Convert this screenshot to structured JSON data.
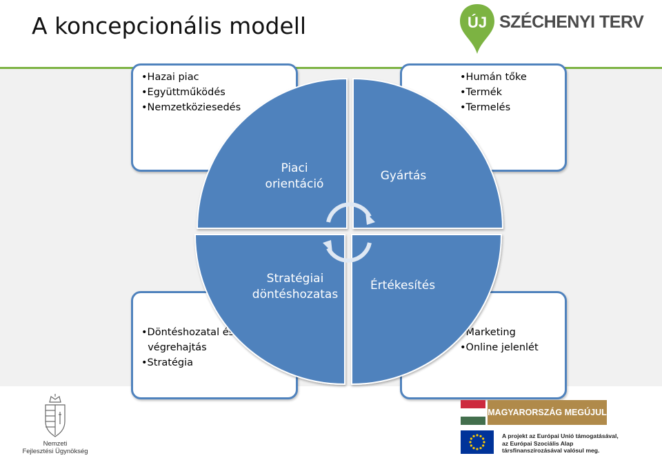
{
  "slide": {
    "title": "A koncepcionális modell"
  },
  "header_logo": {
    "icon_text": "ÚJ",
    "text": "SZÉCHENYI TERV",
    "colors": {
      "pin": "#7cb342",
      "text": "#4a4a4a"
    }
  },
  "diagram": {
    "quadrants": {
      "top_left": {
        "line1": "Piaci",
        "line2": "orientáció"
      },
      "top_right": {
        "line1": "Gyártás"
      },
      "bottom_left": {
        "line1": "Stratégiai",
        "line2": "döntéshozatas"
      },
      "bottom_right": {
        "line1": "Értékesítés"
      }
    },
    "boxes": {
      "top_left": [
        "•Hazai piac",
        "•Együttműködés",
        "•Nemzetköziesedés"
      ],
      "top_right": [
        "•Humán tőke",
        "•Termék",
        "•Termelés"
      ],
      "bottom_left": [
        "•Döntéshozatal és",
        "  végrehajtás",
        "•Stratégia"
      ],
      "bottom_right": [
        "•Marketing",
        "•Online jelenlét"
      ]
    },
    "colors": {
      "circle": "#4f82bd",
      "box_border": "#4f82bd",
      "arrow": "#ffffff"
    },
    "icons": [
      "cycle-arrow-icon"
    ]
  },
  "footer": {
    "nfu": {
      "line1": "Nemzeti",
      "line2": "Fejlesztési Ügynökség"
    },
    "banner": {
      "text": "MAGYARORSZÁG MEGÚJUL"
    },
    "eu_note": {
      "line1": "A projekt az Európai Unió támogatásával,",
      "line2": "az Európai Szociális Alap",
      "line3": "társfinanszírozásával valósul meg."
    }
  }
}
